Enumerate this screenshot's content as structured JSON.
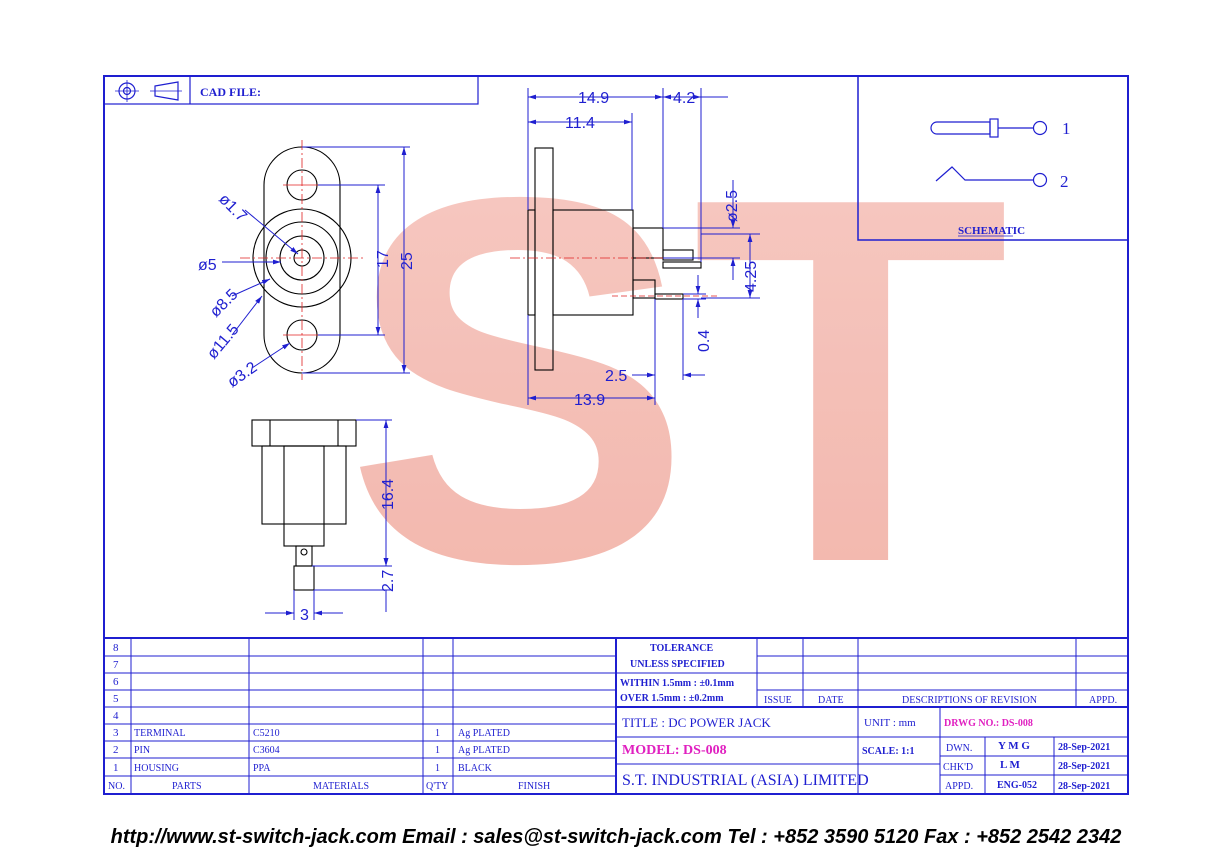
{
  "header": {
    "cad_file_label": "CAD FILE:"
  },
  "schematic": {
    "label": "SCHEMATIC",
    "pin1": "1",
    "pin2": "2"
  },
  "watermark": "ST",
  "dimensions": {
    "d1_7": "ø1.7",
    "d5": "ø5",
    "d8_5": "ø8.5",
    "d11_5": "ø11.5",
    "d3_2": "ø3.2",
    "h17": "17",
    "h25": "25",
    "w14_9": "14.9",
    "w4_2": "4.2",
    "w11_4": "11.4",
    "d2_5": "ø2.5",
    "h4_25": "4.25",
    "w0_4": "0.4",
    "w2_5": "2.5",
    "w13_9": "13.9",
    "h16_4": "16.4",
    "h2_7": "2.7",
    "w3": "3"
  },
  "bom": {
    "rows": [
      {
        "no": "8",
        "part": "",
        "material": "",
        "qty": "",
        "finish": ""
      },
      {
        "no": "7",
        "part": "",
        "material": "",
        "qty": "",
        "finish": ""
      },
      {
        "no": "6",
        "part": "",
        "material": "",
        "qty": "",
        "finish": ""
      },
      {
        "no": "5",
        "part": "",
        "material": "",
        "qty": "",
        "finish": ""
      },
      {
        "no": "4",
        "part": "",
        "material": "",
        "qty": "",
        "finish": ""
      },
      {
        "no": "3",
        "part": "TERMINAL",
        "material": "C5210",
        "qty": "1",
        "finish": "Ag PLATED"
      },
      {
        "no": "2",
        "part": "PIN",
        "material": "C3604",
        "qty": "1",
        "finish": "Ag PLATED"
      },
      {
        "no": "1",
        "part": "HOUSING",
        "material": "PPA",
        "qty": "1",
        "finish": "BLACK"
      }
    ],
    "headers": {
      "no": "NO.",
      "parts": "PARTS",
      "materials": "MATERIALS",
      "qty": "Q'TY",
      "finish": "FINISH"
    }
  },
  "tolerance": {
    "title1": "TOLERANCE",
    "title2": "UNLESS   SPECIFIED",
    "line1": "WITHIN  1.5mm : ±0.1mm",
    "line2": "OVER    1.5mm : ±0.2mm"
  },
  "revision": {
    "issue": "ISSUE",
    "date": "DATE",
    "desc": "DESCRIPTIONS  OF  REVISION",
    "appd": "APPD."
  },
  "titleblock": {
    "title": "TITLE : DC POWER JACK",
    "unit": "UNIT :   mm",
    "drwg": "DRWG NO.: DS-008",
    "model": "MODEL: DS-008",
    "scale": "SCALE:   1:1",
    "company": "S.T.  INDUSTRIAL  (ASIA)  LIMITED",
    "dwn_label": "DWN.",
    "dwn_name": "Y M G",
    "dwn_date": "28-Sep-2021",
    "chk_label": "CHK'D",
    "chk_name": "L M",
    "chk_date": "28-Sep-2021",
    "appd_label": "APPD.",
    "appd_name": "ENG-052",
    "appd_date": "28-Sep-2021"
  },
  "footer": "http://www.st-switch-jack.com  Email : sales@st-switch-jack.com  Tel : +852 3590 5120  Fax : +852 2542 2342",
  "colors": {
    "line": "#1f1fd0",
    "model": "#e020c0",
    "watermark": "#f2b8b0"
  }
}
